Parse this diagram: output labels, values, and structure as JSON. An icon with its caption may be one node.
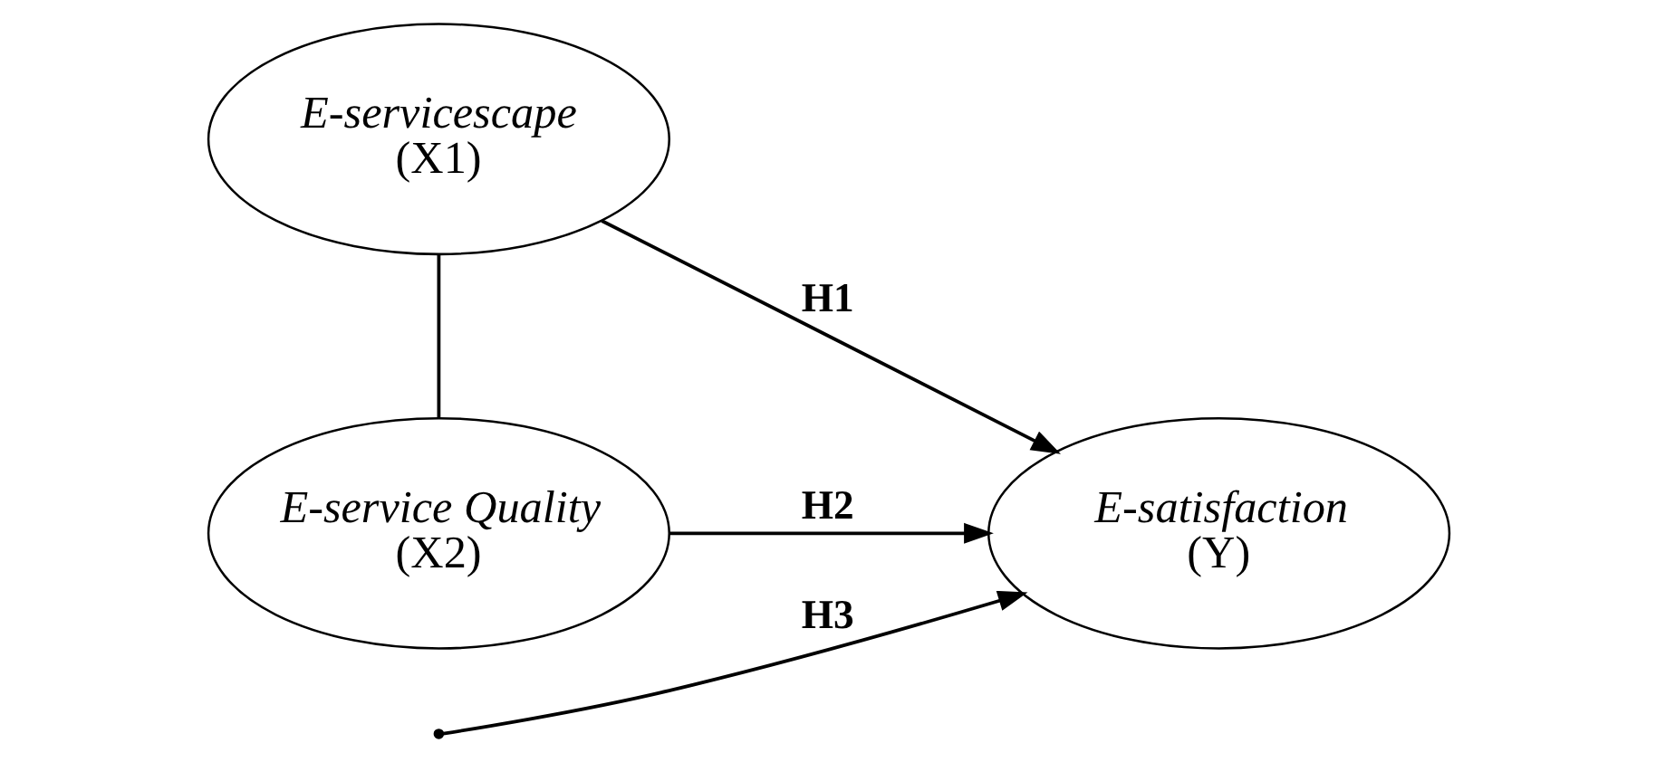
{
  "diagram": {
    "nodes": [
      {
        "text": [
          "E-servicescape",
          "(X1)"
        ]
      },
      {
        "text": [
          "E-service Quality",
          "(X2)"
        ]
      },
      {
        "text": [
          "E-satisfaction",
          "(Y)"
        ]
      }
    ],
    "edges": [
      {
        "from": 0,
        "to": 2,
        "arrow": "to",
        "label": "H1"
      },
      {
        "from": 0,
        "to": 1,
        "arrow": "none"
      },
      {
        "from": null,
        "to": 2,
        "arrow": "to",
        "label": "H3"
      },
      {
        "from": 1,
        "to": 2,
        "arrow": "to",
        "label": "H2"
      }
    ]
  }
}
